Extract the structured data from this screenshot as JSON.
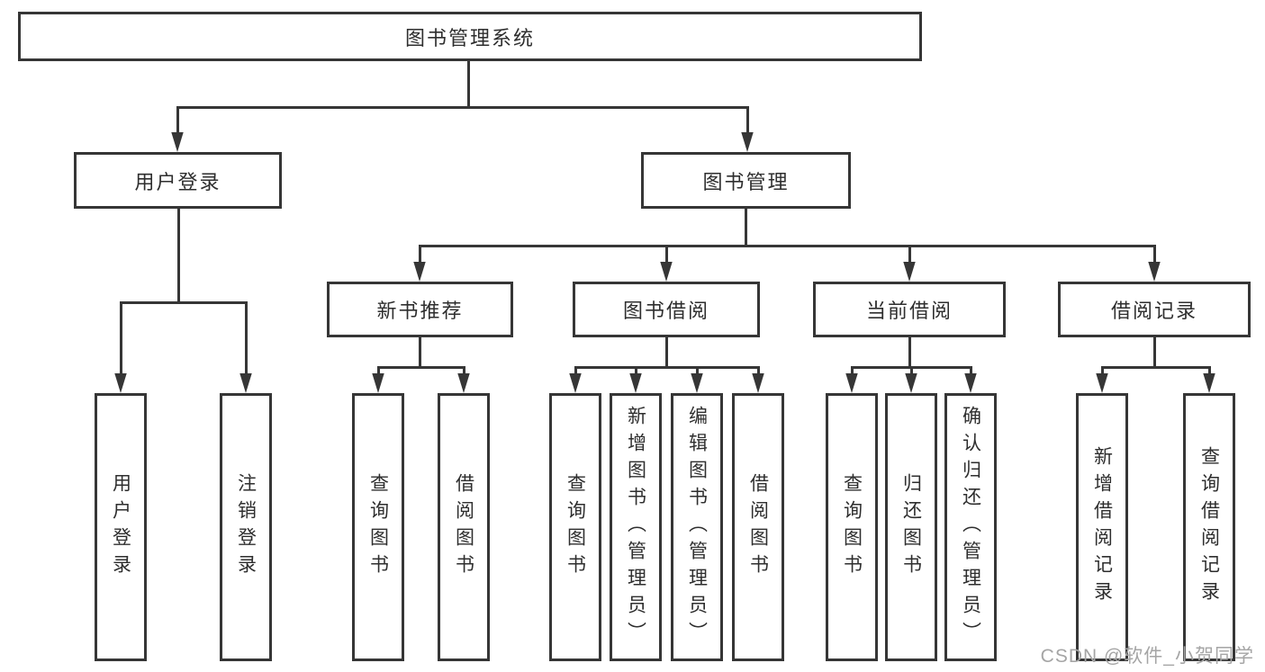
{
  "watermark": "CSDN @软件_小贺同学",
  "colors": {
    "line": "#363636",
    "box_border": "#363636",
    "text": "#2e2e2e",
    "watermark_text": "#a5a5a5",
    "background": "#ffffff"
  },
  "tree": {
    "root": "图书管理系统",
    "level2": [
      {
        "label": "用户登录",
        "children": [
          "用户登录",
          "注销登录"
        ]
      },
      {
        "label": "图书管理",
        "children": [
          {
            "label": "新书推荐",
            "children": [
              "查询图书",
              "借阅图书"
            ]
          },
          {
            "label": "图书借阅",
            "children": [
              "查询图书",
              "新增图书（管理员）",
              "编辑图书（管理员）",
              "借阅图书"
            ]
          },
          {
            "label": "当前借阅",
            "children": [
              "查询图书",
              "归还图书",
              "确认归还（管理员）"
            ]
          },
          {
            "label": "借阅记录",
            "children": [
              "新增借阅记录",
              "查询借阅记录"
            ]
          }
        ]
      }
    ]
  }
}
